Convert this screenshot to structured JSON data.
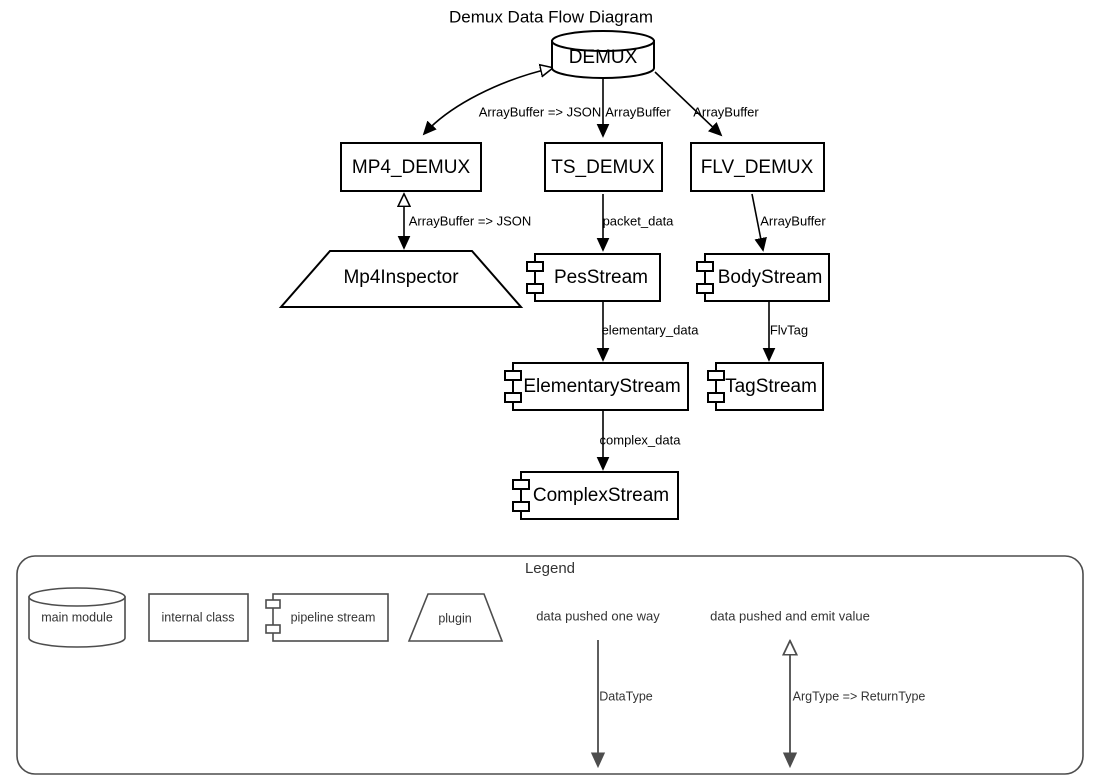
{
  "diagram": {
    "title": "Demux Data Flow Diagram",
    "nodes": {
      "demux": "DEMUX",
      "mp4_demux": "MP4_DEMUX",
      "ts_demux": "TS_DEMUX",
      "flv_demux": "FLV_DEMUX",
      "mp4_inspector": "Mp4Inspector",
      "pes_stream": "PesStream",
      "body_stream": "BodyStream",
      "elementary_stream": "ElementaryStream",
      "tag_stream": "TagStream",
      "complex_stream": "ComplexStream"
    },
    "edge_labels": {
      "demux_to_mp4": "ArrayBuffer => JSON",
      "demux_to_ts": "ArrayBuffer",
      "demux_to_flv": "ArrayBuffer",
      "mp4_to_inspector": "ArrayBuffer => JSON",
      "ts_to_pes": "packet_data",
      "flv_to_body": "ArrayBuffer",
      "pes_to_elementary": "elementary_data",
      "body_to_tag": "FlvTag",
      "elementary_to_complex": "complex_data"
    }
  },
  "legend": {
    "title": "Legend",
    "shapes": [
      {
        "key": "main-module",
        "label": "main module"
      },
      {
        "key": "internal-class",
        "label": "internal class"
      },
      {
        "key": "pipeline-stream",
        "label": "pipeline stream"
      },
      {
        "key": "plugin",
        "label": "plugin"
      }
    ],
    "edges": [
      {
        "key": "one-way",
        "title": "data pushed one way",
        "label": "DataType"
      },
      {
        "key": "emit-value",
        "title": "data pushed and emit value",
        "label": "ArgType => ReturnType"
      }
    ]
  },
  "colors": {
    "diagram_stroke": "#000000",
    "legend_stroke": "#4d4d4d",
    "background": "#ffffff",
    "text": "#000000",
    "legend_text": "#333333"
  }
}
